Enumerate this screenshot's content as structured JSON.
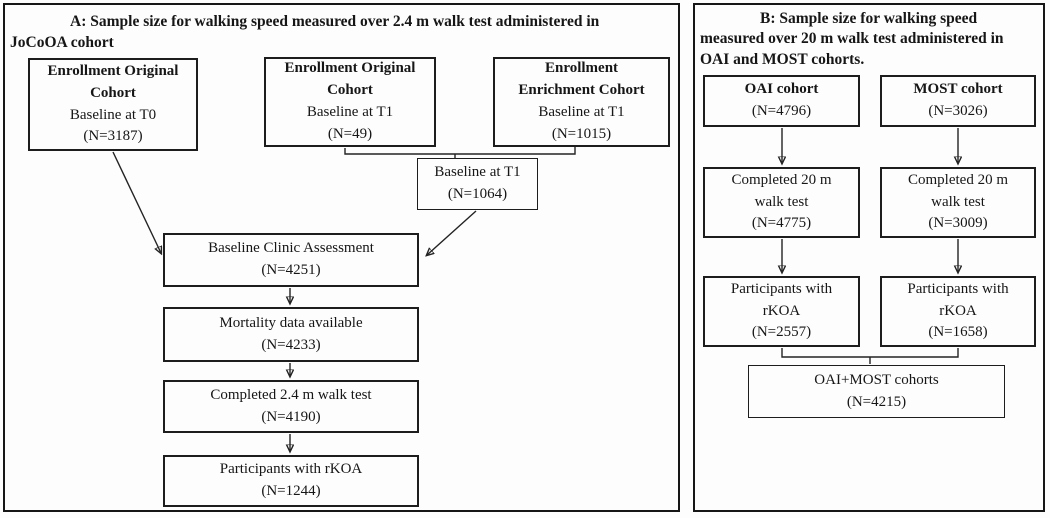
{
  "colors": {
    "background": "#fdfdfd",
    "border": "#161616",
    "text": "#161616",
    "arrow": "#232323"
  },
  "panel_a": {
    "title": {
      "line1": "A: Sample size for walking speed measured over 2.4 m walk test administered in",
      "line2": "JoCoOA cohort"
    },
    "boxes": {
      "enroll_orig_t0": {
        "l1": "Enrollment Original",
        "l2": "Cohort",
        "l3": "Baseline at T0",
        "l4": "(N=3187)"
      },
      "enroll_orig_t1": {
        "l1": "Enrollment Original",
        "l2": "Cohort",
        "l3": "Baseline at T1",
        "l4": "(N=49)"
      },
      "enroll_enrich_t1": {
        "l1": "Enrollment",
        "l2": "Enrichment Cohort",
        "l3": "Baseline at T1",
        "l4": "(N=1015)"
      },
      "baseline_t1": {
        "l1": "Baseline at T1",
        "l2": "(N=1064)"
      },
      "clinic": {
        "l1": "Baseline Clinic Assessment",
        "l2": "(N=4251)"
      },
      "mortality": {
        "l1": "Mortality data available",
        "l2": "(N=4233)"
      },
      "walk_test": {
        "l1": "Completed 2.4 m walk test",
        "l2": "(N=4190)"
      },
      "rkoa": {
        "l1": "Participants with rKOA",
        "l2": "(N=1244)"
      }
    }
  },
  "panel_b": {
    "title": {
      "line1": "B: Sample size for walking speed",
      "line2": "measured over 20 m walk test administered in",
      "line3": "OAI and MOST cohorts."
    },
    "boxes": {
      "oai": {
        "l1": "OAI cohort",
        "l2": "(N=4796)"
      },
      "most": {
        "l1": "MOST cohort",
        "l2": "(N=3026)"
      },
      "oai_walk": {
        "l1": "Completed 20 m",
        "l2": "walk test",
        "l3": "(N=4775)"
      },
      "most_walk": {
        "l1": "Completed 20 m",
        "l2": "walk test",
        "l3": "(N=3009)"
      },
      "oai_rkoa": {
        "l1": "Participants with",
        "l2": "rKOA",
        "l3": "(N=2557)"
      },
      "most_rkoa": {
        "l1": "Participants with",
        "l2": "rKOA",
        "l3": "(N=1658)"
      },
      "merged": {
        "l1": "OAI+MOST cohorts",
        "l2": "(N=4215)"
      }
    }
  }
}
